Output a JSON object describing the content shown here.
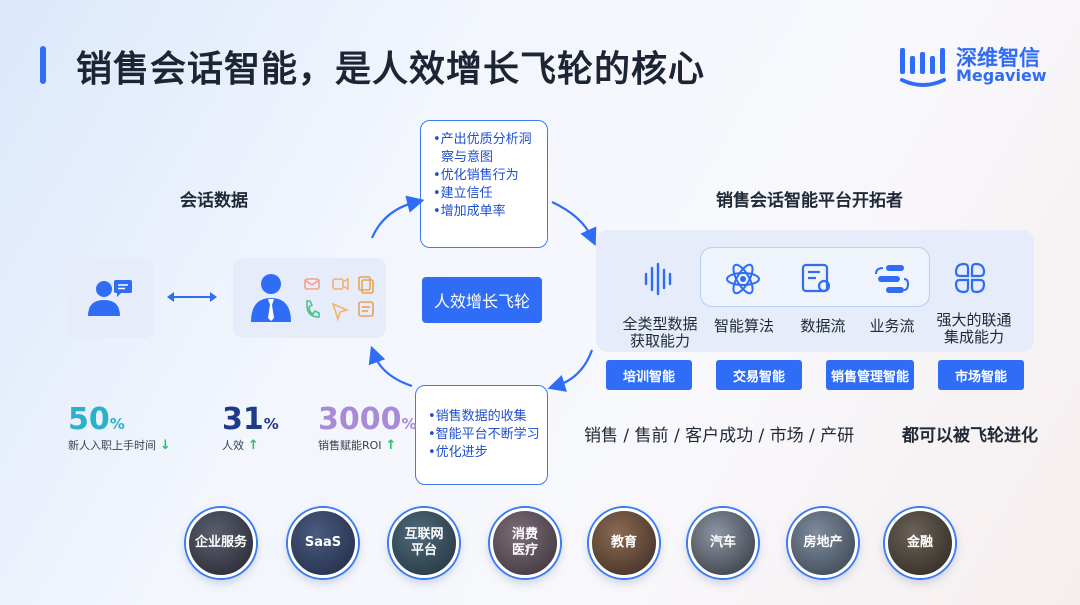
{
  "header": {
    "title": "销售会话智能，是人效增长飞轮的核心",
    "logo_cn": "深维智信",
    "logo_en": "Megaview"
  },
  "left": {
    "section_label": "会话数据"
  },
  "flywheel": {
    "center_label": "人效增长飞轮",
    "top_bullets": [
      "•产出优质分析洞",
      "察与意图",
      "•优化销售行为",
      "•建立信任",
      "•增加成单率"
    ],
    "bottom_bullets": [
      "•销售数据的收集",
      "•智能平台不断学习",
      "•优化进步"
    ]
  },
  "stats": [
    {
      "value": "50",
      "unit": "%",
      "label": "新人入职上手时间",
      "trend": "down",
      "color": "#2bb0c9"
    },
    {
      "value": "31",
      "unit": "%",
      "label": "人效",
      "trend": "up",
      "color": "#1e3a8a"
    },
    {
      "value": "3000",
      "unit": "%",
      "label": "销售赋能ROI",
      "trend": "up",
      "color": "#a78bd6"
    }
  ],
  "platform": {
    "section_label": "销售会话智能平台开拓者",
    "features": [
      {
        "line1": "全类型数据",
        "line2": "获取能力",
        "icon": "waveform-icon"
      },
      {
        "line1": "智能算法",
        "line2": "",
        "icon": "atom-icon"
      },
      {
        "line1": "数据流",
        "line2": "",
        "icon": "data-doc-icon"
      },
      {
        "line1": "业务流",
        "line2": "",
        "icon": "flow-icon"
      },
      {
        "line1": "强大的联通",
        "line2": "集成能力",
        "icon": "grid-clover-icon"
      }
    ],
    "pills": [
      "培训智能",
      "交易智能",
      "销售管理智能",
      "市场智能"
    ]
  },
  "roles": {
    "line": "销售 / 售前 / 客户成功 / 市场 / 产研",
    "emphasis": "都可以被飞轮进化"
  },
  "industries": [
    {
      "label": "企业服务",
      "label2": ""
    },
    {
      "label": "SaaS",
      "label2": ""
    },
    {
      "label": "互联网",
      "label2": "平台"
    },
    {
      "label": "消费",
      "label2": "医疗"
    },
    {
      "label": "教育",
      "label2": ""
    },
    {
      "label": "汽车",
      "label2": ""
    },
    {
      "label": "房地产",
      "label2": ""
    },
    {
      "label": "金融",
      "label2": ""
    }
  ],
  "colors": {
    "accent": "#2f6df6",
    "panel": "#e6ecf9"
  }
}
